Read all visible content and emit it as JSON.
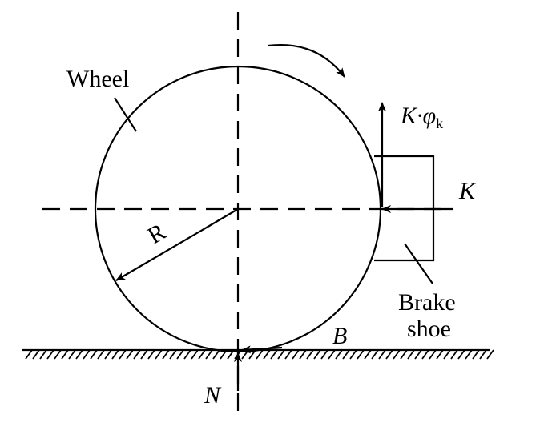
{
  "labels": {
    "wheel": "Wheel",
    "radius": "R",
    "brake_force": "K",
    "friction_force_main": "K·φ",
    "friction_force_sub": "k",
    "brake_shoe_line1": "Brake",
    "brake_shoe_line2": "shoe",
    "contact_point": "B",
    "normal_force": "N"
  },
  "colors": {
    "ink": "#000000",
    "background": "#ffffff"
  }
}
